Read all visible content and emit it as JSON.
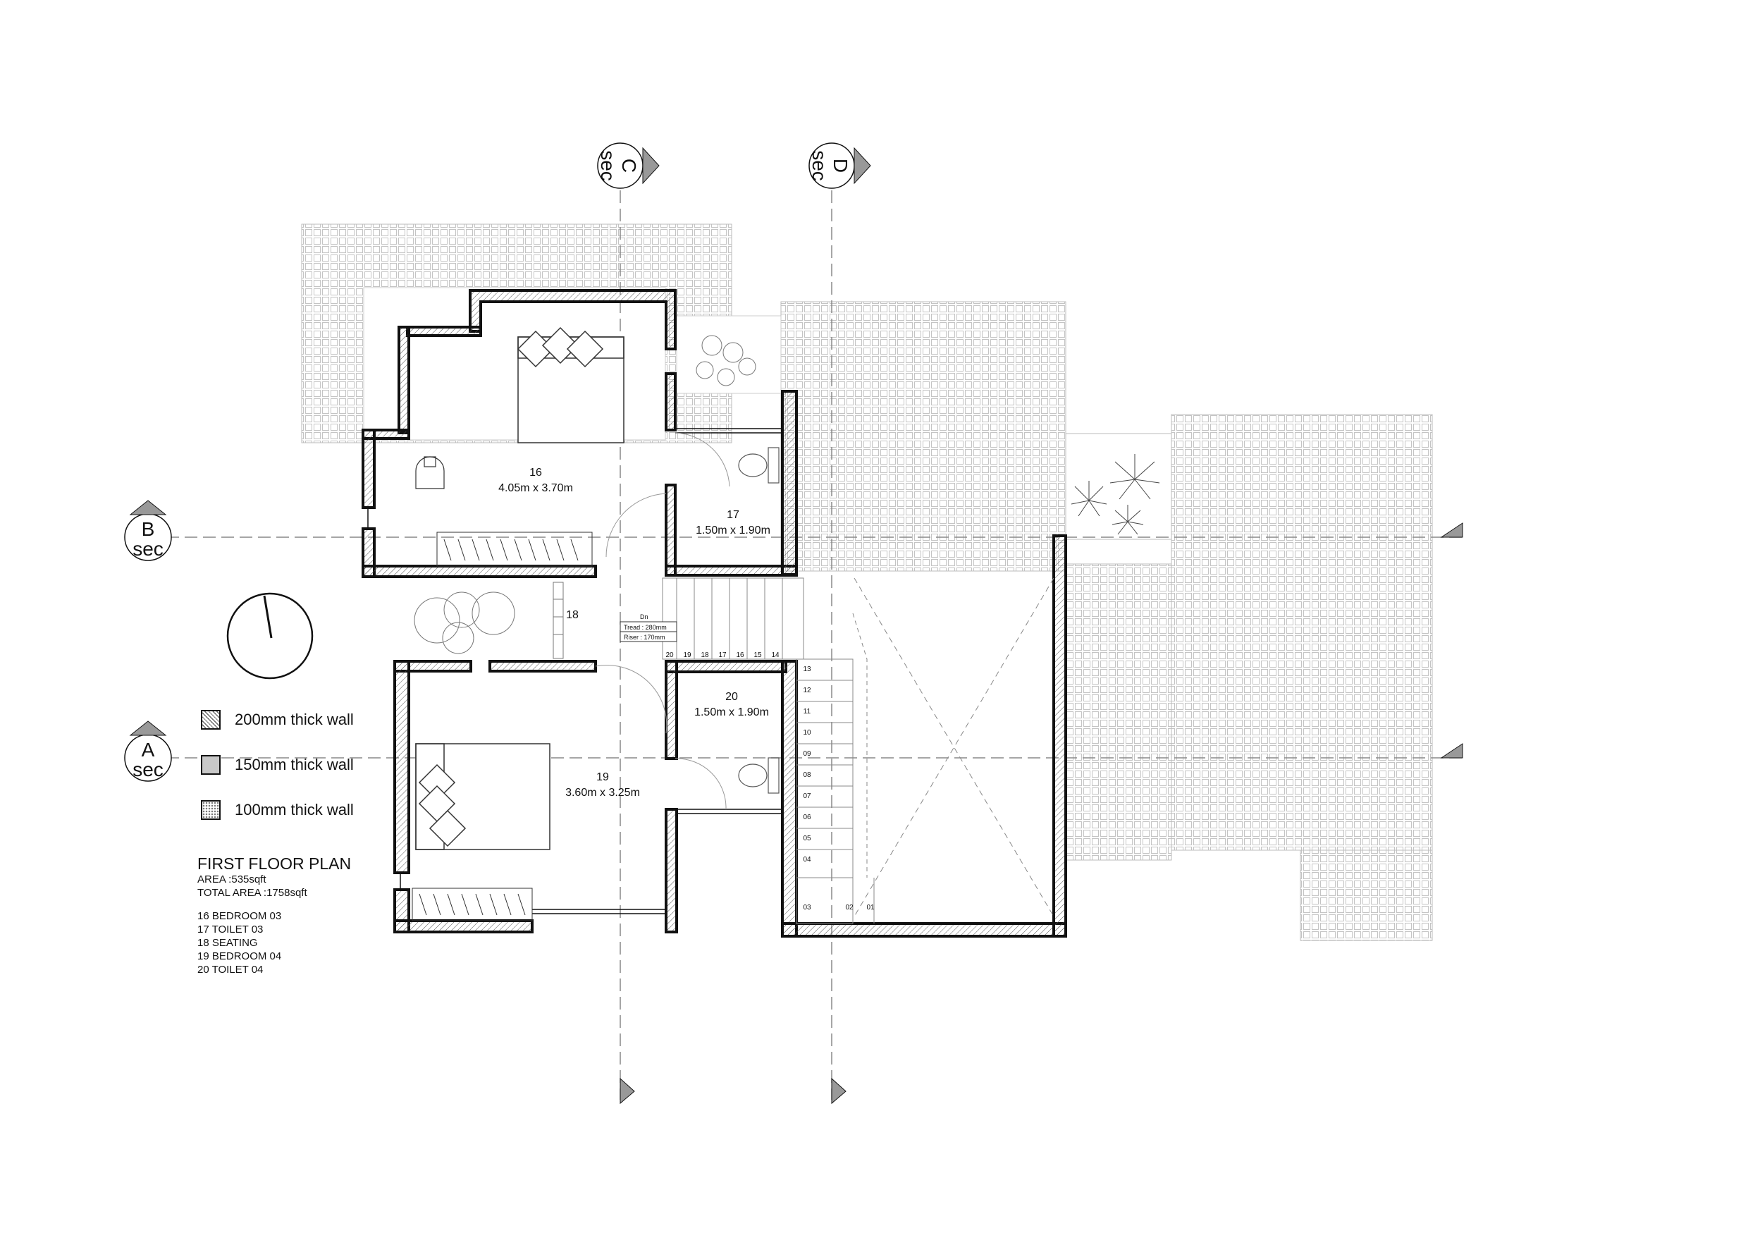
{
  "rooms": [
    {
      "number": "16",
      "size": "4.05m x 3.70m"
    },
    {
      "number": "17",
      "size": "1.50m x 1.90m"
    },
    {
      "number": "18"
    },
    {
      "number": "20",
      "size": "1.50m x 1.90m"
    },
    {
      "number": "19",
      "size": "3.60m x 3.25m"
    }
  ],
  "stair": {
    "direction": "Dn",
    "tread": "Tread : 280mm",
    "riser": "Riser  : 170mm",
    "top_steps": [
      "20",
      "19",
      "18",
      "17",
      "16",
      "15",
      "14"
    ],
    "side_steps": [
      "13",
      "12",
      "11",
      "10",
      "09",
      "08",
      "07",
      "06",
      "05",
      "04"
    ],
    "bottom_steps": [
      "03",
      "02",
      "01"
    ]
  },
  "sections": [
    {
      "letter": "C",
      "word": "sec"
    },
    {
      "letter": "D",
      "word": "sec"
    },
    {
      "letter": "B",
      "word": "sec"
    },
    {
      "letter": "A",
      "word": "sec"
    }
  ],
  "legend": [
    {
      "label": "200mm thick wall",
      "pattern": "hatch"
    },
    {
      "label": "150mm thick wall",
      "pattern": "grey"
    },
    {
      "label": "100mm thick wall",
      "pattern": "dots"
    }
  ],
  "notes": {
    "title": "FIRST FLOOR PLAN",
    "area": "AREA :535sqft",
    "total_area": "TOTAL AREA :1758sqft",
    "room_list": [
      "16  BEDROOM 03",
      "17  TOILET 03",
      "18  SEATING",
      "19  BEDROOM 04",
      "20  TOILET 04"
    ]
  },
  "colors": {
    "line": "#111111",
    "grid": "#bbbbbb",
    "hatch": "#444444"
  }
}
